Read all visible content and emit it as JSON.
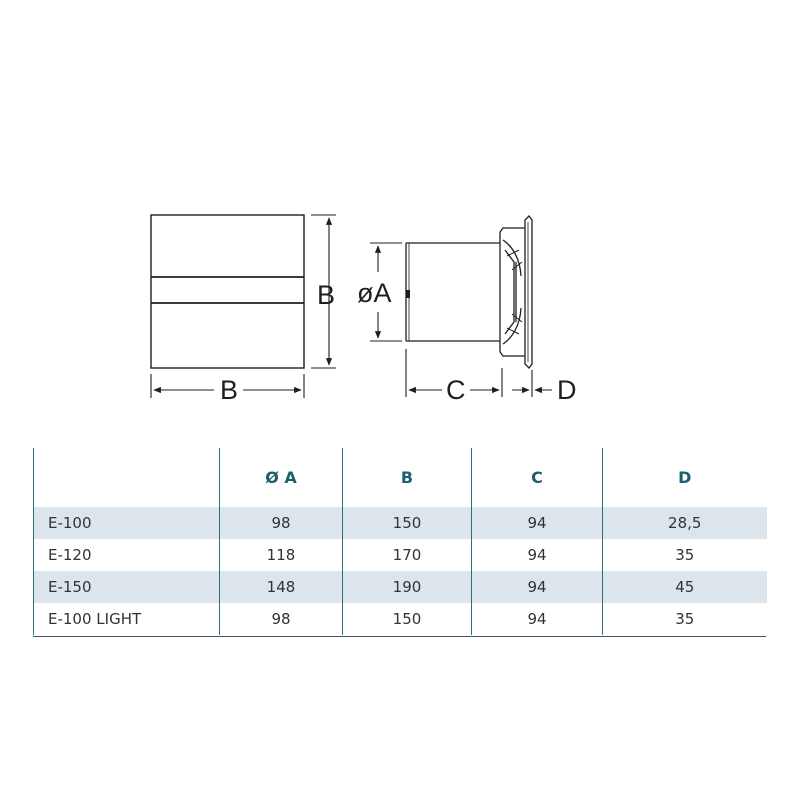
{
  "drawing": {
    "front_view_width_label": "B",
    "front_view_height_label": "B",
    "side_view_diameter_label": "øA",
    "side_view_depth_label": "C",
    "side_view_flange_label": "D"
  },
  "table": {
    "headers": [
      "",
      "Ø A",
      "B",
      "C",
      "D"
    ],
    "rows": [
      [
        "E-100",
        "98",
        "150",
        "94",
        "28,5"
      ],
      [
        "E-120",
        "118",
        "170",
        "94",
        "35"
      ],
      [
        "E-150",
        "148",
        "190",
        "94",
        "45"
      ],
      [
        "E-100 LIGHT",
        "98",
        "150",
        "94",
        "35"
      ]
    ]
  },
  "colors": {
    "header_text": "#1d5f6e",
    "row_stripe": "#dce5eb",
    "column_rule": "#2d6e7e",
    "line_art": "#1f1f1f"
  }
}
